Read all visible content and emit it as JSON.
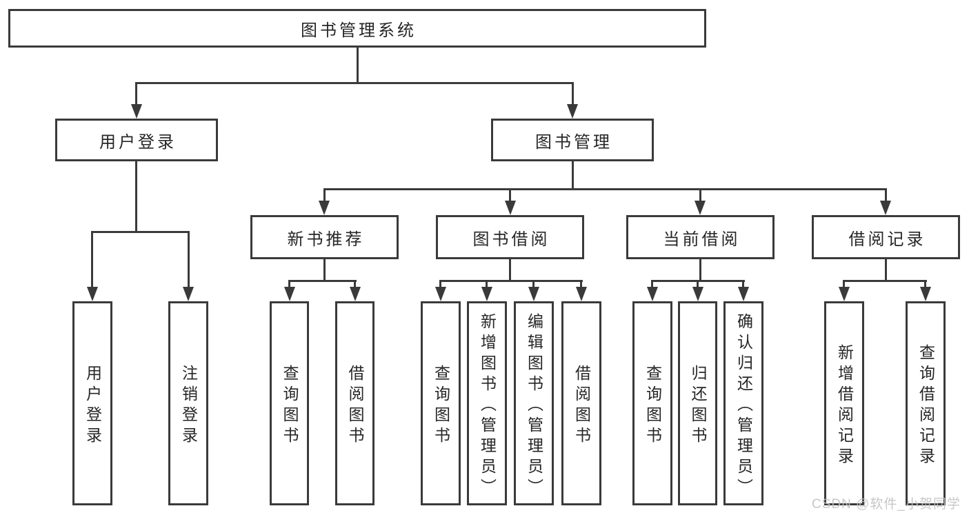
{
  "tree": {
    "label": "图书管理系统",
    "children": {
      "user_login": {
        "label": "用户登录",
        "children": {
          "login": {
            "label": "用户登录"
          },
          "logout": {
            "label": "注销登录"
          }
        }
      },
      "book_mgmt": {
        "label": "图书管理",
        "children": {
          "new_book_rec": {
            "label": "新书推荐",
            "children": {
              "query_book": {
                "label": "查询图书"
              },
              "borrow_book": {
                "label": "借阅图书"
              }
            }
          },
          "book_borrow": {
            "label": "图书借阅",
            "children": {
              "query_book": {
                "label": "查询图书"
              },
              "add_book": {
                "label": "新增图书（管理员）"
              },
              "edit_book": {
                "label": "编辑图书（管理员）"
              },
              "borrow_book": {
                "label": "借阅图书"
              }
            }
          },
          "current_borrow": {
            "label": "当前借阅",
            "children": {
              "query_book": {
                "label": "查询图书"
              },
              "return_book": {
                "label": "归还图书"
              },
              "confirm_return": {
                "label": "确认归还（管理员）"
              }
            }
          },
          "borrow_records": {
            "label": "借阅记录",
            "children": {
              "add_record": {
                "label": "新增借阅记录"
              },
              "query_record": {
                "label": "查询借阅记录"
              }
            }
          }
        }
      }
    }
  },
  "watermark": {
    "text": "CSDN @软件_小贺同学"
  },
  "colors": {
    "line": "#3a3a3a",
    "text": "#262626",
    "background": "#ffffff",
    "watermark": "#c2c2c2"
  }
}
